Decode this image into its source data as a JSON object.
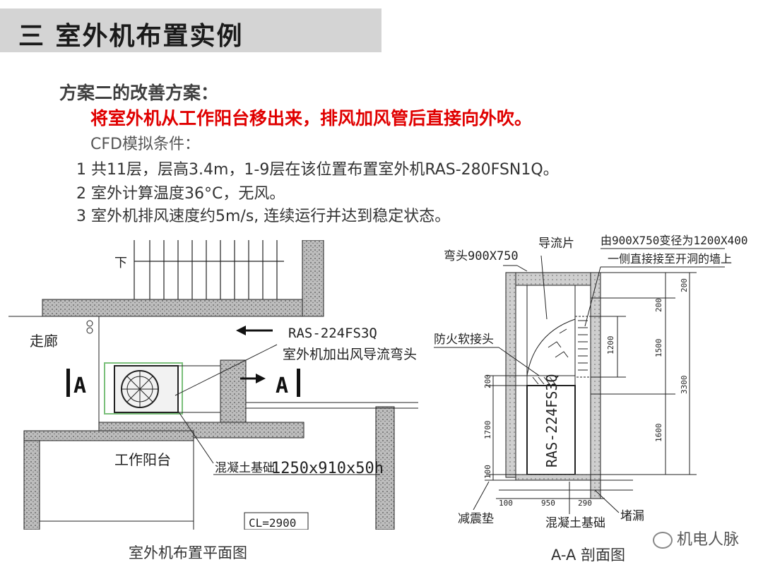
{
  "title": "三  室外机布置实例",
  "heading": "方案二的改善方案：",
  "highlight": "将室外机从工作阳台移出来，排风加风管后直接向外吹。",
  "cfd_label": "CFD模拟条件：",
  "conditions": [
    "1 共11层，层高3.4m，1-9层在该位置布置室外机RAS-280FSN1Q。",
    "2 室外计算温度36°C，无风。",
    "3 室外机排风速度约5m/s, 连续运行并达到稳定状态。"
  ],
  "plan": {
    "caption": "室外机布置平面图",
    "down_label": "下",
    "corridor": "走廊",
    "section_left": "A",
    "section_right": "A",
    "model": "RAS-224FS3Q",
    "elbow_note": "室外机加出风导流弯头",
    "balcony": "工作阳台",
    "foundation": "混凝土基础",
    "foundation_size": "1250x910x50h",
    "cl": "CL=2900"
  },
  "section": {
    "caption": "A-A 剖面图",
    "elbow": "弯头900X750",
    "guide_vane": "导流片",
    "duct_note_1": "由900X750变径为1200X400",
    "duct_note_2": "一侧直接接至开洞的墙上",
    "fire_joint": "防火软接头",
    "unit_model": "RAS-224FS3Q",
    "damper": "减震垫",
    "concrete_base": "混凝土基础",
    "leak": "堵漏",
    "dims_right": [
      "200",
      "200",
      "1500",
      "3300",
      "1200",
      "1600"
    ],
    "dims_left": [
      "200",
      "1700",
      "100"
    ],
    "dims_bottom": [
      "100",
      "950",
      "290"
    ]
  },
  "watermark": "机电人脉"
}
